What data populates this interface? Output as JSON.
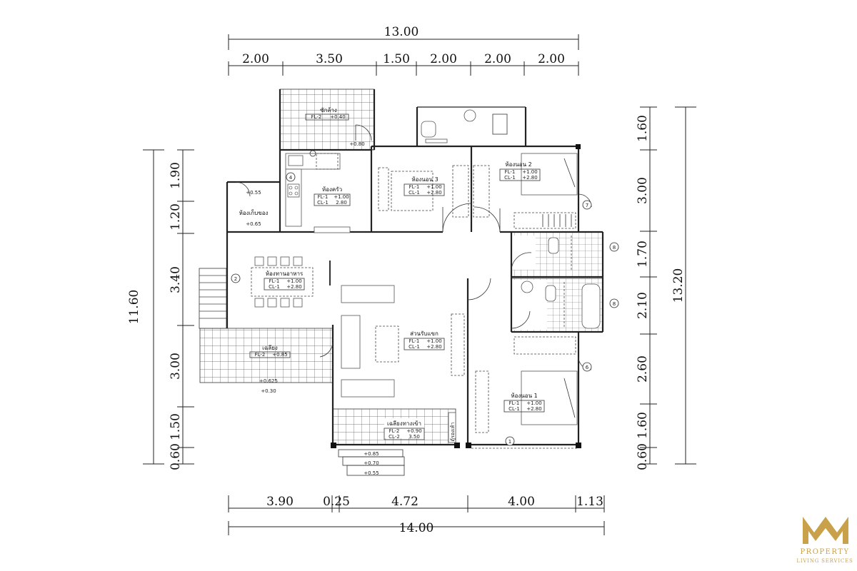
{
  "dimensions": {
    "top_total": "13.00",
    "top_segments": [
      "2.00",
      "3.50",
      "1.50",
      "2.00",
      "2.00",
      "2.00"
    ],
    "bottom_total": "14.00",
    "bottom_segments": [
      "3.90",
      "0.25",
      "4.72",
      "4.00",
      "1.13"
    ],
    "left_total": "11.60",
    "left_segments": [
      "1.90",
      "1.20",
      "3.40",
      "3.00",
      "1.50",
      "0.60"
    ],
    "right_total": "13.20",
    "right_segments": [
      "1.60",
      "3.00",
      "1.70",
      "2.10",
      "2.60",
      "1.60",
      "0.60"
    ]
  },
  "rooms": {
    "laundry": {
      "name": "ซักล้าง",
      "fl": "FL-2",
      "fl_val": "+0.40"
    },
    "kitchen": {
      "name": "ห้องครัว",
      "fl": "FL-1",
      "fl_val": "+1.00",
      "cl": "CL-1",
      "cl_val": "2.80"
    },
    "storage": {
      "name": "ห้องเก็บของ",
      "level": "+0.65"
    },
    "bedroom3": {
      "name": "ห้องนอน 3",
      "fl": "FL-1",
      "fl_val": "+1.00",
      "cl": "CL-1",
      "cl_val": "+2.80"
    },
    "bedroom2": {
      "name": "ห้องนอน 2",
      "fl": "FL-1",
      "fl_val": "+1.00",
      "cl": "CL-1",
      "cl_val": "+2.80"
    },
    "dining": {
      "name": "ห้องทานอาหาร",
      "fl": "FL-1",
      "fl_val": "+1.00",
      "cl": "CL-1",
      "cl_val": "+2.80"
    },
    "living": {
      "name": "ส่วนรับแขก",
      "fl": "FL-1",
      "fl_val": "+1.00",
      "cl": "CL-1",
      "cl_val": "+2.80"
    },
    "terrace": {
      "name": "เฉลียง",
      "fl": "FL-2",
      "fl_val": "+0.85"
    },
    "bedroom1": {
      "name": "ห้องนอน 1",
      "fl": "FL-1",
      "fl_val": "+1.00",
      "cl": "CL-1",
      "cl_val": "+2.80"
    },
    "entrance": {
      "name": "เฉลียงทางเข้า",
      "fl": "FL-2",
      "fl_val": "+0.90",
      "cl": "CL-2",
      "cl_val": "3.50"
    },
    "shoe_cabinet": {
      "name": "ตู้รองเท้า"
    }
  },
  "levels": {
    "l055": "+0.55",
    "l080": "+0.80",
    "l0625": "+0.625",
    "l030": "+0.30",
    "l085": "+0.85",
    "l070": "+0.70",
    "l055b": "+0.55"
  },
  "door_tags": [
    "1",
    "2",
    "4",
    "6",
    "7",
    "8",
    "8"
  ],
  "logo": {
    "line1": "PROPERTY",
    "line2": "LIVING SERVICES"
  },
  "colors": {
    "logo_gold": "#c9a14a",
    "line": "#222222"
  }
}
